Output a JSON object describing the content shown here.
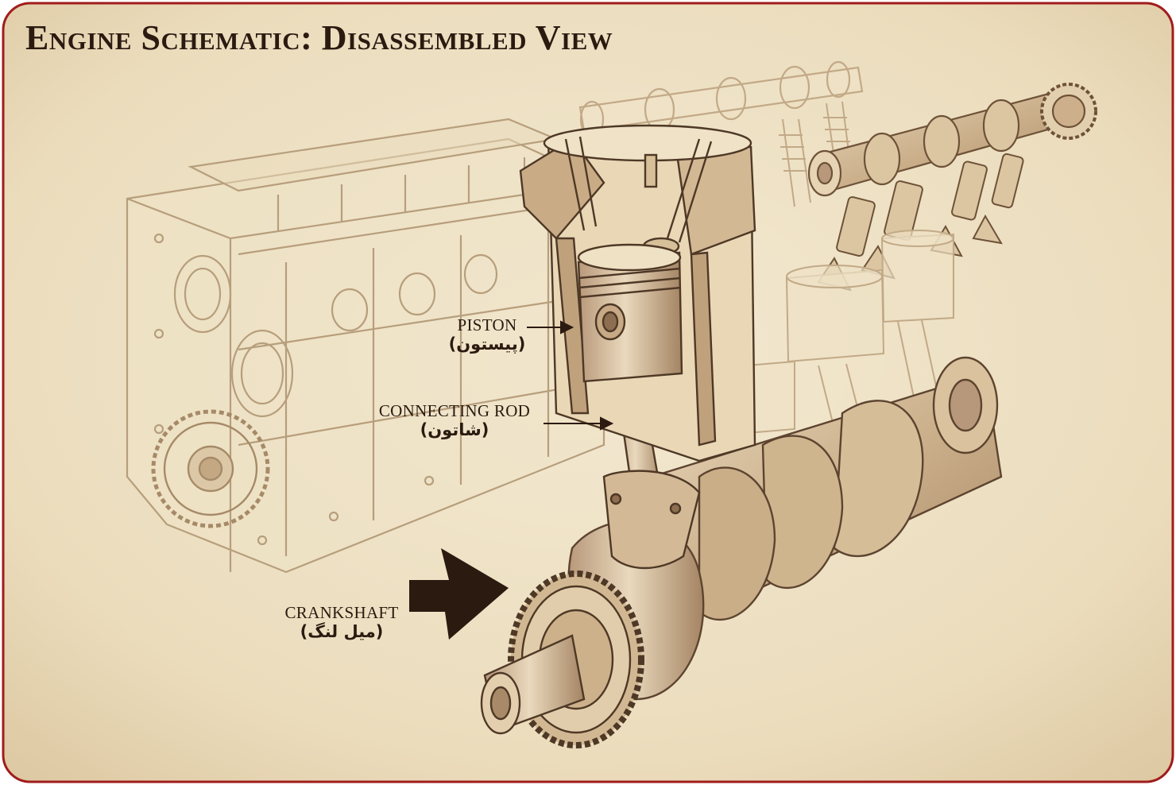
{
  "title": "Engine Schematic: Disassembled View",
  "labels": {
    "piston": {
      "en": "PISTON",
      "fa": "(پیستون)"
    },
    "connecting_rod": {
      "en": "CONNECTING ROD",
      "fa": "(شاتون)"
    },
    "crankshaft": {
      "en": "CRANKSHAFT",
      "fa": "(میل لنگ)"
    }
  },
  "colors": {
    "paper": "#efe3c8",
    "border": "#a01c1c",
    "ink": "#2b1a10",
    "sepia": "#8a6a4a",
    "faint": "#c9b493"
  }
}
